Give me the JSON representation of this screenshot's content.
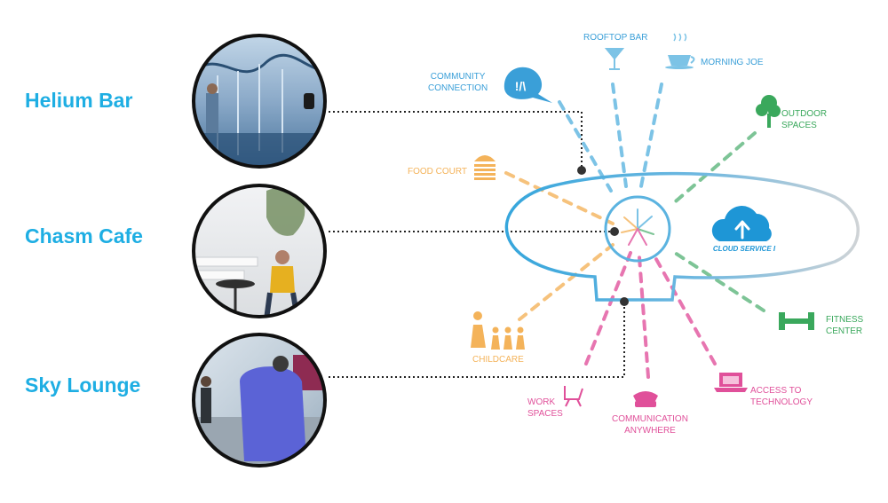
{
  "venues": [
    {
      "name": "Helium Bar"
    },
    {
      "name": "Chasm Cafe"
    },
    {
      "name": "Sky Lounge"
    }
  ],
  "hub": {
    "label": "CLOUD SERVICE I",
    "icon": "cloud-upload-icon"
  },
  "amenities": {
    "community": {
      "lines": [
        "COMMUNITY",
        "CONNECTION"
      ],
      "icon": "speech-bubble-icon",
      "color": "#6cb9e0"
    },
    "rooftop": {
      "lines": [
        "ROOFTOP BAR"
      ],
      "icon": "cocktail-icon",
      "color": "#6cb9e0"
    },
    "morning": {
      "lines": [
        "MORNING JOE"
      ],
      "icon": "coffee-cup-icon",
      "color": "#6cb9e0"
    },
    "outdoor": {
      "lines": [
        "OUTDOOR",
        "SPACES"
      ],
      "icon": "tree-icon",
      "color": "#3aa85c"
    },
    "food": {
      "lines": [
        "FOOD COURT"
      ],
      "icon": "burger-icon",
      "color": "#f4b35a"
    },
    "fitness": {
      "lines": [
        "FITNESS",
        "CENTER"
      ],
      "icon": "dumbbell-icon",
      "color": "#3aa85c"
    },
    "childcare": {
      "lines": [
        "CHILDCARE"
      ],
      "icon": "people-icon",
      "color": "#f4b35a"
    },
    "work": {
      "lines": [
        "WORK",
        "SPACES"
      ],
      "icon": "chair-icon",
      "color": "#e0509a"
    },
    "comm": {
      "lines": [
        "COMMUNICATION",
        "ANYWHERE"
      ],
      "icon": "telephone-icon",
      "color": "#e0509a"
    },
    "access": {
      "lines": [
        "ACCESS TO",
        "TECHNOLOGY"
      ],
      "icon": "laptop-icon",
      "color": "#e0509a"
    }
  },
  "colors": {
    "venue_title": "#1eaee3",
    "hub_outline": "#36a6dc",
    "hub_fade": "#c8ccd0"
  }
}
